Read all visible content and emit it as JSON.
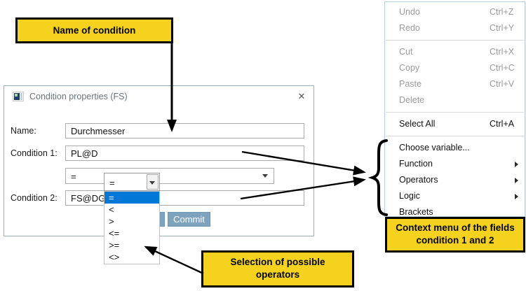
{
  "dialog": {
    "title": "Condition properties (FS)",
    "fields": [
      {
        "label": "Name:",
        "value": "Durchmesser"
      },
      {
        "label": "Condition 1:",
        "value": "PL@D"
      },
      {
        "label": "Condition 2:",
        "value": "FS@DG"
      }
    ],
    "operator_combo": {
      "value": "="
    },
    "commit_label": "Commit"
  },
  "operator_dropdown": {
    "value": "=",
    "options": [
      "=",
      "<",
      ">",
      "<=",
      ">=",
      "<>"
    ],
    "selected_index": 0,
    "selected_color": "#0078D7"
  },
  "context_menu": {
    "items": [
      {
        "label": "Undo",
        "shortcut": "Ctrl+Z",
        "state": "disabled"
      },
      {
        "label": "Redo",
        "shortcut": "Ctrl+Y",
        "state": "disabled"
      },
      {
        "label": "Cut",
        "shortcut": "Ctrl+X",
        "state": "disabled"
      },
      {
        "label": "Copy",
        "shortcut": "Ctrl+C",
        "state": "disabled"
      },
      {
        "label": "Paste",
        "shortcut": "Ctrl+V",
        "state": "disabled"
      },
      {
        "label": "Delete",
        "shortcut": "",
        "state": "disabled"
      },
      {
        "label": "Select All",
        "shortcut": "Ctrl+A",
        "state": "enabled"
      },
      {
        "label": "Choose variable...",
        "shortcut": "",
        "state": "enabled"
      },
      {
        "label": "Function",
        "shortcut": "",
        "state": "enabled",
        "submenu": true
      },
      {
        "label": "Operators",
        "shortcut": "",
        "state": "enabled",
        "submenu": true
      },
      {
        "label": "Logic",
        "shortcut": "",
        "state": "enabled",
        "submenu": true
      },
      {
        "label": "Brackets",
        "shortcut": "",
        "state": "enabled"
      }
    ]
  },
  "annotations": {
    "name_of_condition": "Name of condition",
    "context_menu_note": "Context menu  of the fields condition 1 and 2",
    "operators_note": "Selection of possible operators",
    "highlight_color": "#F5D21D"
  },
  "icons": {
    "close": "✕"
  }
}
